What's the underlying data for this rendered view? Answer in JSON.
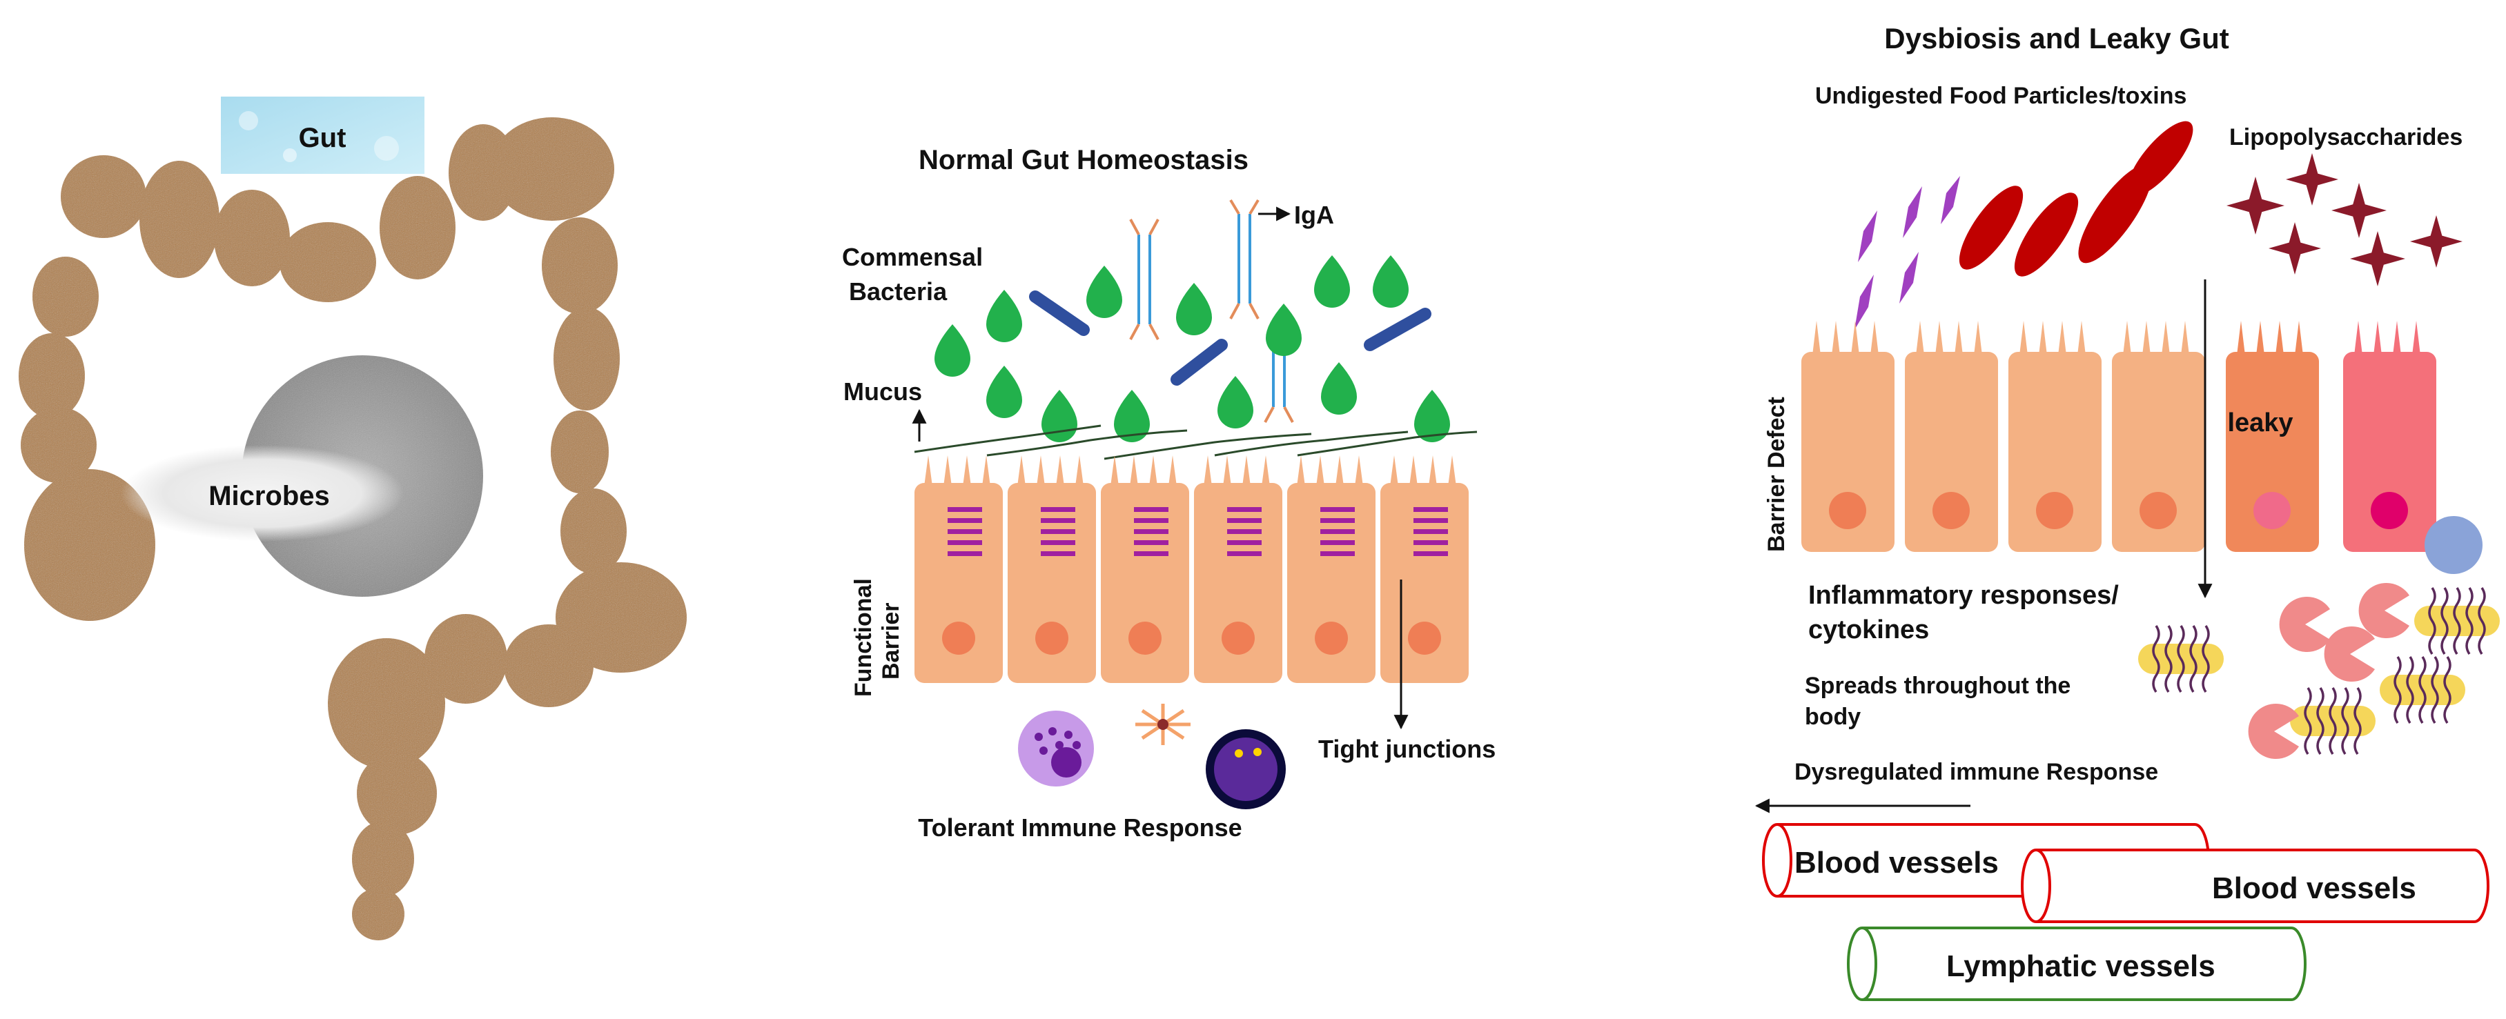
{
  "panel_left": {
    "gut_label": "Gut",
    "microbes_label": "Microbes"
  },
  "panel_middle": {
    "title": "Normal Gut Homeostasis",
    "iga_label": "IgA",
    "commensal_line1": "Commensal",
    "commensal_line2": "Bacteria",
    "mucus_label": "Mucus",
    "barrier_line1": "Functional",
    "barrier_line2": "Barrier",
    "tight_junctions_label": "Tight junctions",
    "immune_label": "Tolerant Immune Response"
  },
  "panel_right": {
    "title": "Dysbiosis and Leaky  Gut",
    "food_label": "Undigested Food Particles/toxins",
    "lps_label": "Lipopolysaccharides",
    "barrier_defect_label": "Barrier Defect",
    "leaky_label": "leaky",
    "inflammatory_line1": "Inflammatory responses/",
    "inflammatory_line2": "cytokines",
    "spreads_line1": "Spreads throughout the",
    "spreads_line2": "body",
    "dysregulated_label": "Dysregulated immune Response",
    "blood_vessel_1": "Blood vessels",
    "blood_vessel_2": "Blood vessels",
    "lymphatic_label": "Lymphatic vessels"
  },
  "colors": {
    "intestine": "#b07d4a",
    "cell": "#f4b183",
    "nucleus": "#ef7e55",
    "bacteria_green": "#22b14c",
    "bacteria_blue": "#2f4f9e",
    "junction": "#a020a0",
    "food_purple": "#a040c0",
    "food_red": "#c00000",
    "lps": "#8b1a2a",
    "blood_vessel": "#e00000",
    "lymph_vessel": "#3a8a2a"
  }
}
